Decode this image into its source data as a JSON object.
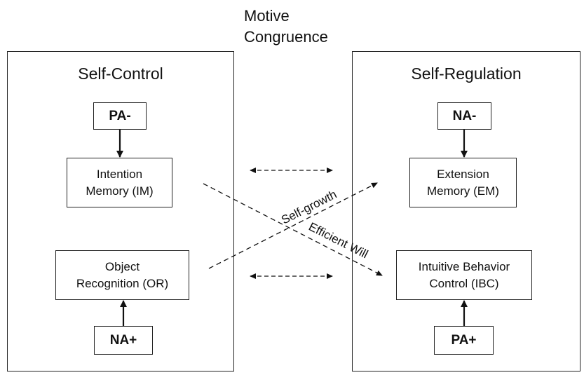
{
  "header": {
    "motive_congruence": "Motive\nCongruence"
  },
  "left_panel": {
    "title": "Self-Control",
    "top_affect": "PA-",
    "upper_system": "Intention\nMemory (IM)",
    "lower_system": "Object\nRecognition (OR)",
    "bottom_affect": "NA+"
  },
  "right_panel": {
    "title": "Self-Regulation",
    "top_affect": "NA-",
    "upper_system": "Extension\nMemory (EM)",
    "lower_system": "Intuitive Behavior\nControl (IBC)",
    "bottom_affect": "PA+"
  },
  "cross_arrows": {
    "self_growth": "Self-growth",
    "efficient_will": "Efficient Will"
  }
}
